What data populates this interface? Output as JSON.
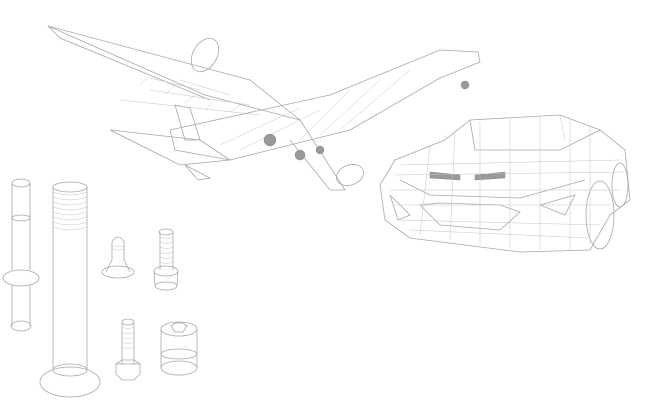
{
  "illustration": {
    "subjects": [
      "airplane",
      "car",
      "fasteners"
    ],
    "line_color": "#a8a8a8",
    "background": "#ffffff"
  }
}
